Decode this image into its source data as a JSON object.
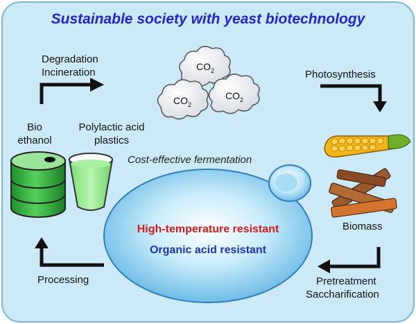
{
  "title": "Sustainable society with yeast biotechnology",
  "steps": {
    "degradation": "Degradation",
    "incineration": "Incineration",
    "photosynthesis": "Photosynthesis",
    "pretreatment": "Pretreatment",
    "saccharification": "Saccharification",
    "processing": "Processing"
  },
  "products": {
    "bio": "Bio",
    "ethanol": "ethanol",
    "pla_line1": "Polylactic acid",
    "pla_line2": "plastics"
  },
  "co2": {
    "base": "CO",
    "sub": "2"
  },
  "biomass": "Biomass",
  "yeast": {
    "caption": "Cost-effective fermentation",
    "trait_1": "High-temperature resistant",
    "trait_2": "Organic acid resistant"
  },
  "colors": {
    "title": "#2424d6",
    "panel": "#cbe9f6",
    "trait_1": "#d61a1a",
    "trait_2": "#1f33b8",
    "barrel": "#3fc04a",
    "cup_liquid": "#8ee68a"
  }
}
